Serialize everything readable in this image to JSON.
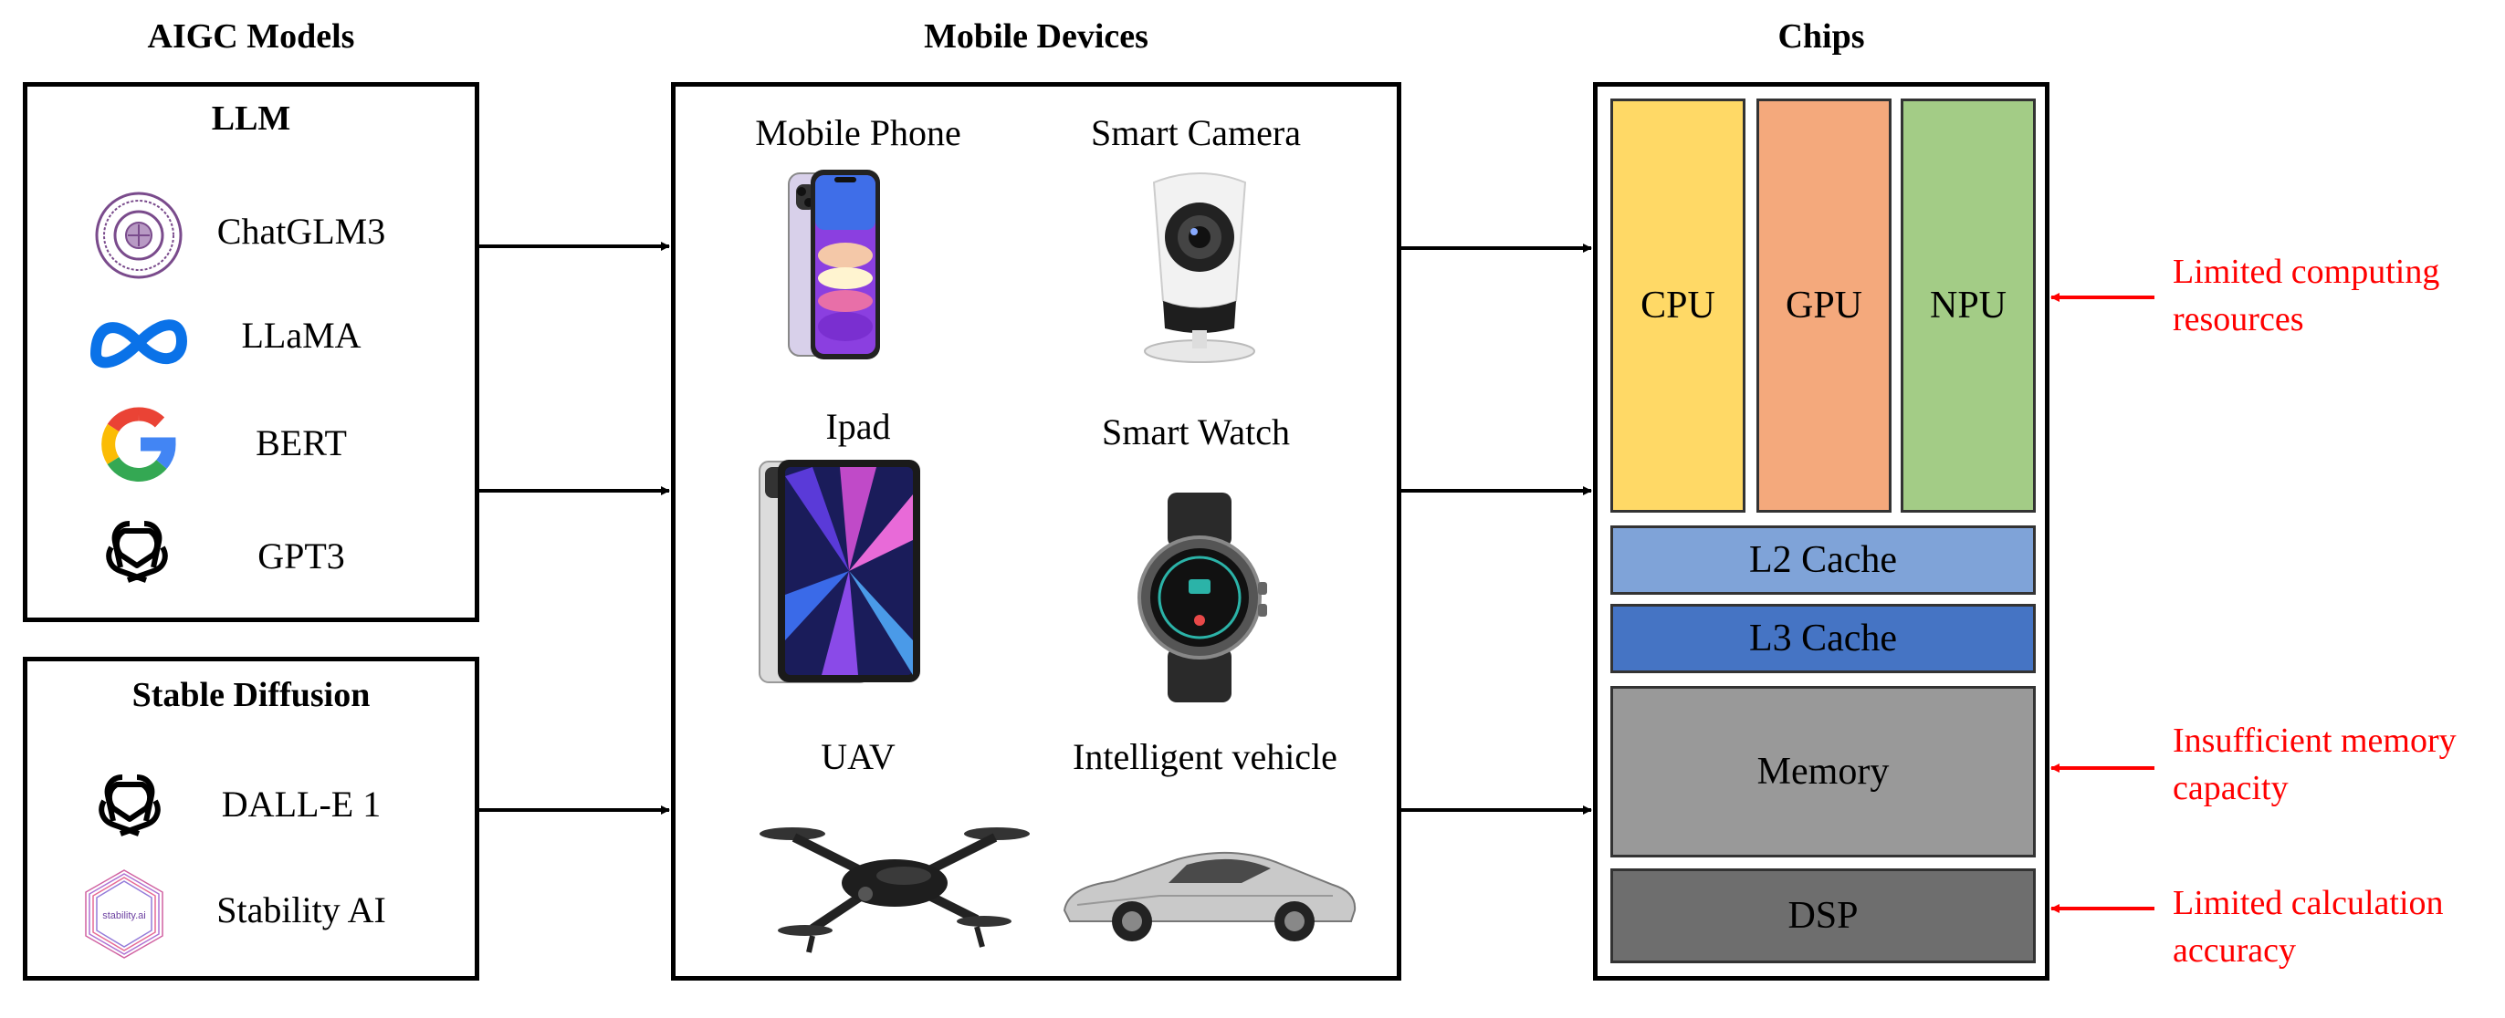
{
  "headings": {
    "models": "AIGC Models",
    "devices": "Mobile Devices",
    "chips": "Chips"
  },
  "llm": {
    "title": "LLM",
    "items": [
      "ChatGLM3",
      "LLaMA",
      "BERT",
      "GPT3"
    ]
  },
  "diffusion": {
    "title": "Stable Diffusion",
    "items": [
      "DALL-E 1",
      "Stability AI"
    ],
    "stability_logo_text": "stability.ai"
  },
  "devices": [
    "Mobile Phone",
    "Smart Camera",
    "Ipad",
    "Smart Watch",
    "UAV",
    "Intelligent vehicle"
  ],
  "chips": {
    "cpu": "CPU",
    "gpu": "GPU",
    "npu": "NPU",
    "l2": "L2 Cache",
    "l3": "L3 Cache",
    "memory": "Memory",
    "dsp": "DSP"
  },
  "issues": {
    "compute": [
      "Limited computing",
      "resources"
    ],
    "memory": [
      "Insufficient memory",
      "capacity"
    ],
    "accuracy": [
      "Limited calculation",
      "accuracy"
    ]
  },
  "colors": {
    "cpu": "#ffd966",
    "gpu": "#f4a97c",
    "npu": "#a3cc86",
    "l2": "#7fa3d8",
    "l3": "#4574c4",
    "memory": "#999999",
    "dsp": "#6e6e6e",
    "issue_text": "#ff0000"
  }
}
